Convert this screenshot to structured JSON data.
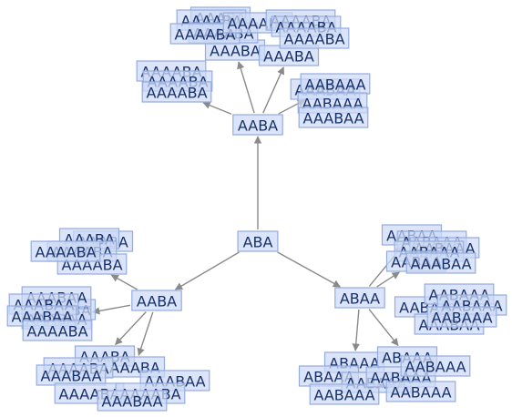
{
  "diagram": {
    "type": "string-rewrite-tree",
    "colors": {
      "node_fill": "#cddaf5",
      "node_stroke": "#93acdf",
      "node_text": "#16306a",
      "edge": "#8a8a8a"
    },
    "nodes": [
      {
        "id": "r",
        "label": "ABA"
      },
      {
        "id": "t",
        "label": "AABA"
      },
      {
        "id": "l",
        "label": "AABA"
      },
      {
        "id": "b",
        "label": "ABAA"
      },
      {
        "id": "t1",
        "label": "AAABA"
      },
      {
        "id": "t2",
        "label": "AAABA"
      },
      {
        "id": "t3",
        "label": "AAAABA"
      },
      {
        "id": "t4",
        "label": "AAAABA"
      },
      {
        "id": "t5",
        "label": "AAAABA"
      },
      {
        "id": "t6",
        "label": "AAAABA"
      },
      {
        "id": "t7",
        "label": "AAAABA"
      },
      {
        "id": "t8",
        "label": "AAAABA"
      },
      {
        "id": "t9",
        "label": "AAABA"
      },
      {
        "id": "t10",
        "label": "AAAABA"
      },
      {
        "id": "t11",
        "label": "AAAABA"
      },
      {
        "id": "t12",
        "label": "AAAABA"
      },
      {
        "id": "t13",
        "label": "AAAABA"
      },
      {
        "id": "t14",
        "label": "AAABAA"
      },
      {
        "id": "t15",
        "label": "AABAAA"
      },
      {
        "id": "t16",
        "label": "AABAAA"
      },
      {
        "id": "t17",
        "label": "AAABAA"
      },
      {
        "id": "l1",
        "label": "AAABA"
      },
      {
        "id": "l2",
        "label": "AAABA"
      },
      {
        "id": "l3",
        "label": "AAAABA"
      },
      {
        "id": "l4",
        "label": "AAAABA"
      },
      {
        "id": "l5",
        "label": "AAAABA"
      },
      {
        "id": "l6",
        "label": "AAABA"
      },
      {
        "id": "l7",
        "label": "AAABAA"
      },
      {
        "id": "l8",
        "label": "AAABAA"
      },
      {
        "id": "l9",
        "label": "AAABAA"
      },
      {
        "id": "l10",
        "label": "AAABAA"
      },
      {
        "id": "l11",
        "label": "AAAABA"
      },
      {
        "id": "l12",
        "label": "AAABA"
      },
      {
        "id": "l13",
        "label": "AAABA"
      },
      {
        "id": "l14",
        "label": "AAAABA"
      },
      {
        "id": "l15",
        "label": "AAABAA"
      },
      {
        "id": "l16",
        "label": "AAAABA"
      },
      {
        "id": "l17",
        "label": "AAABAA"
      },
      {
        "id": "l18",
        "label": "AAAABA"
      },
      {
        "id": "l19",
        "label": "AAABAA"
      },
      {
        "id": "b1",
        "label": "AABAA"
      },
      {
        "id": "b2",
        "label": "AABAAA"
      },
      {
        "id": "b3",
        "label": "AABAAA"
      },
      {
        "id": "b4",
        "label": "AABAAA"
      },
      {
        "id": "b5",
        "label": "AABAA"
      },
      {
        "id": "b6",
        "label": "AAABAA"
      },
      {
        "id": "b7",
        "label": "AABAA"
      },
      {
        "id": "b8",
        "label": "AABAAA"
      },
      {
        "id": "b9",
        "label": "AABAAA"
      },
      {
        "id": "b10",
        "label": "AAABAA"
      },
      {
        "id": "b11",
        "label": "AABAAA"
      },
      {
        "id": "b12",
        "label": "ABAAA"
      },
      {
        "id": "b13",
        "label": "ABAAA"
      },
      {
        "id": "b14",
        "label": "ABAAA"
      },
      {
        "id": "b15",
        "label": "AABAAA"
      },
      {
        "id": "b16",
        "label": "AABAAA"
      },
      {
        "id": "b17",
        "label": "AABAAA"
      },
      {
        "id": "b18",
        "label": "AABAAA"
      },
      {
        "id": "b19",
        "label": "AABAAA"
      }
    ],
    "edges": [
      [
        "r",
        "t"
      ],
      [
        "r",
        "l"
      ],
      [
        "r",
        "b"
      ],
      [
        "t",
        "t9"
      ],
      [
        "t",
        "t13"
      ],
      [
        "t",
        "t14"
      ],
      [
        "t",
        "t2"
      ],
      [
        "l",
        "l4"
      ],
      [
        "l",
        "l8"
      ],
      [
        "l",
        "l12"
      ],
      [
        "l",
        "l13"
      ],
      [
        "b",
        "b1"
      ],
      [
        "b",
        "b5"
      ],
      [
        "b",
        "b12"
      ],
      [
        "b",
        "b13"
      ]
    ]
  }
}
